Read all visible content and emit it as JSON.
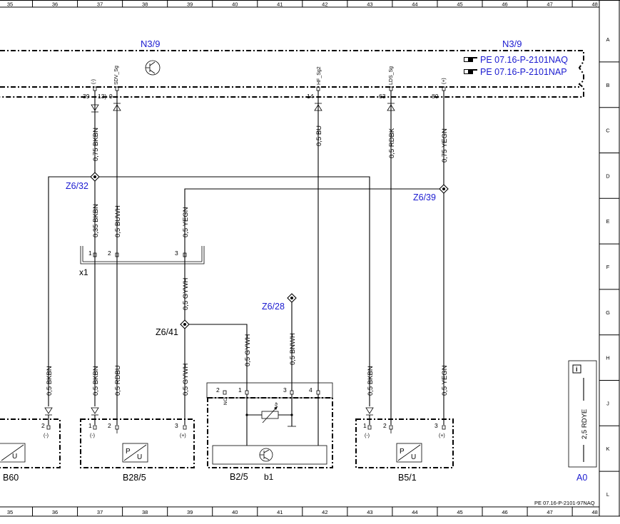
{
  "title_code": "PE 07.16-P-2101-97NAQ",
  "grid": {
    "columns": [
      "35",
      "36",
      "37",
      "38",
      "39",
      "40",
      "41",
      "42",
      "43",
      "44",
      "45",
      "46",
      "47",
      "48"
    ],
    "rows": [
      "A",
      "B",
      "C",
      "D",
      "E",
      "F",
      "G",
      "H",
      "J",
      "K",
      "L"
    ]
  },
  "control_unit": {
    "label_left": "N3/9",
    "label_right": "N3/9",
    "refs": [
      "PE 07.16-P-2101NAQ",
      "PE 07.16-P-2101NAP"
    ],
    "pin_signals": [
      "(-)",
      "SDV_Sg",
      "HF_Sg2",
      "LDS_Sg",
      "(+)"
    ],
    "pins": [
      "39",
      "13)",
      "9",
      "14",
      "63",
      "80"
    ]
  },
  "wires": {
    "w1": "0,75 BKBN",
    "w2": "0,5 BU",
    "w3": "0,5 RDBK",
    "w4": "0,75 YEGN",
    "w5": "0,35 BKBN",
    "w6": "0,5 BUWH",
    "w7": "0,5 YEGN",
    "w8": "0,5 GYWH",
    "w9": "0,5 GYWH",
    "w10": "0,5 BNWH",
    "w11": "0,5 BKBN",
    "w12": "0,5 BKBN",
    "w13": "0,5 RDBU",
    "w14": "0,5 GYWH",
    "w15": "0,5 BKBN",
    "w16": "0,5 YEGN",
    "w17": "2,5 RDYE"
  },
  "splices": {
    "z1": "Z6/32",
    "z2": "Z6/39",
    "z3": "Z6/41",
    "z4": "Z6/28"
  },
  "connector": {
    "label": "x1",
    "pins": [
      "1",
      "2",
      "3"
    ]
  },
  "components": {
    "b360": {
      "label": "B60",
      "pin": "2",
      "sig": "(-)"
    },
    "b28": {
      "label": "B28/5",
      "pins": [
        "1",
        "2",
        "3"
      ],
      "sigs": [
        "(-)",
        "(+)"
      ]
    },
    "b2": {
      "label": "B2/5",
      "sub": "b1",
      "pins": [
        "2",
        "1",
        "3",
        "4"
      ],
      "nc": "NC"
    },
    "b5": {
      "label": "B5/1",
      "pins": [
        "1",
        "2",
        "3"
      ],
      "sigs": [
        "(-)",
        "(+)"
      ]
    },
    "a0": {
      "label": "A0",
      "info": "i"
    }
  },
  "sensor_letters": {
    "p": "P",
    "u": "U"
  }
}
